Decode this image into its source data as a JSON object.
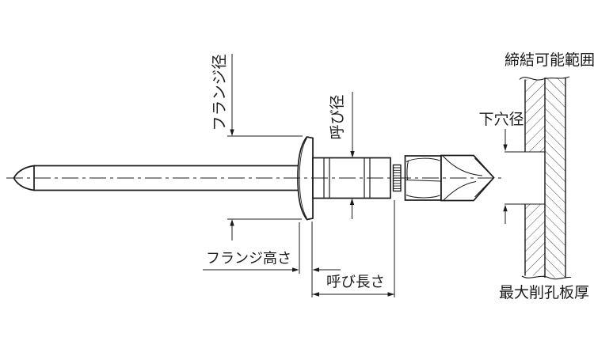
{
  "drawing": {
    "background": "#ffffff",
    "line_color": "#1b1b1b",
    "labels": {
      "flange_diameter": "フランジ径",
      "nominal_diameter": "呼び径",
      "fastening_range": "締結可能範囲",
      "pilot_hole_diameter": "下穴径",
      "flange_height": "フランジ高さ",
      "nominal_length": "呼び長さ",
      "max_drilled_plate_thickness": "最大削孔板厚"
    }
  }
}
